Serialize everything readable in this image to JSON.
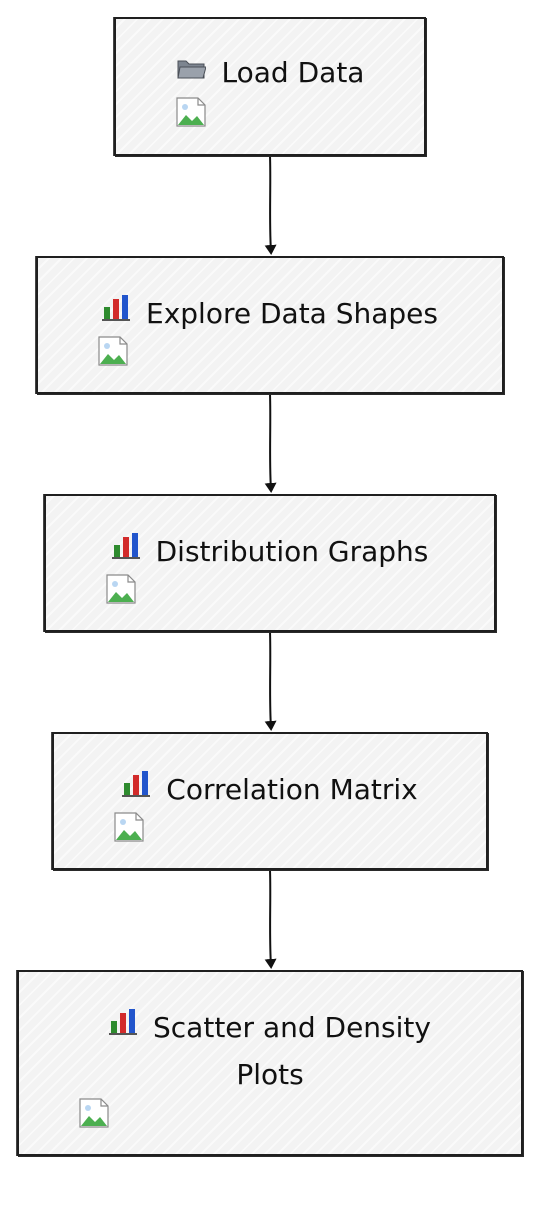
{
  "nodes": [
    {
      "id": "load-data",
      "label": "Load Data",
      "icon": "folder-icon"
    },
    {
      "id": "explore-data-shapes",
      "label": "Explore Data Shapes",
      "icon": "bar-chart-icon"
    },
    {
      "id": "distribution-graphs",
      "label": "Distribution Graphs",
      "icon": "bar-chart-icon"
    },
    {
      "id": "correlation-matrix",
      "label": "Correlation Matrix",
      "icon": "bar-chart-icon"
    },
    {
      "id": "scatter-density-plots",
      "label_line1": "Scatter and Density",
      "label_line2": "Plots",
      "icon": "bar-chart-icon"
    }
  ],
  "edges": [
    {
      "from": "load-data",
      "to": "explore-data-shapes"
    },
    {
      "from": "explore-data-shapes",
      "to": "distribution-graphs"
    },
    {
      "from": "distribution-graphs",
      "to": "correlation-matrix"
    },
    {
      "from": "correlation-matrix",
      "to": "scatter-density-plots"
    }
  ],
  "colors": {
    "stroke": "#1f1f1f",
    "fill": "#f3f3f3",
    "bar_green": "#2e8b2e",
    "bar_red": "#d22b2b",
    "bar_blue": "#2255cc"
  }
}
